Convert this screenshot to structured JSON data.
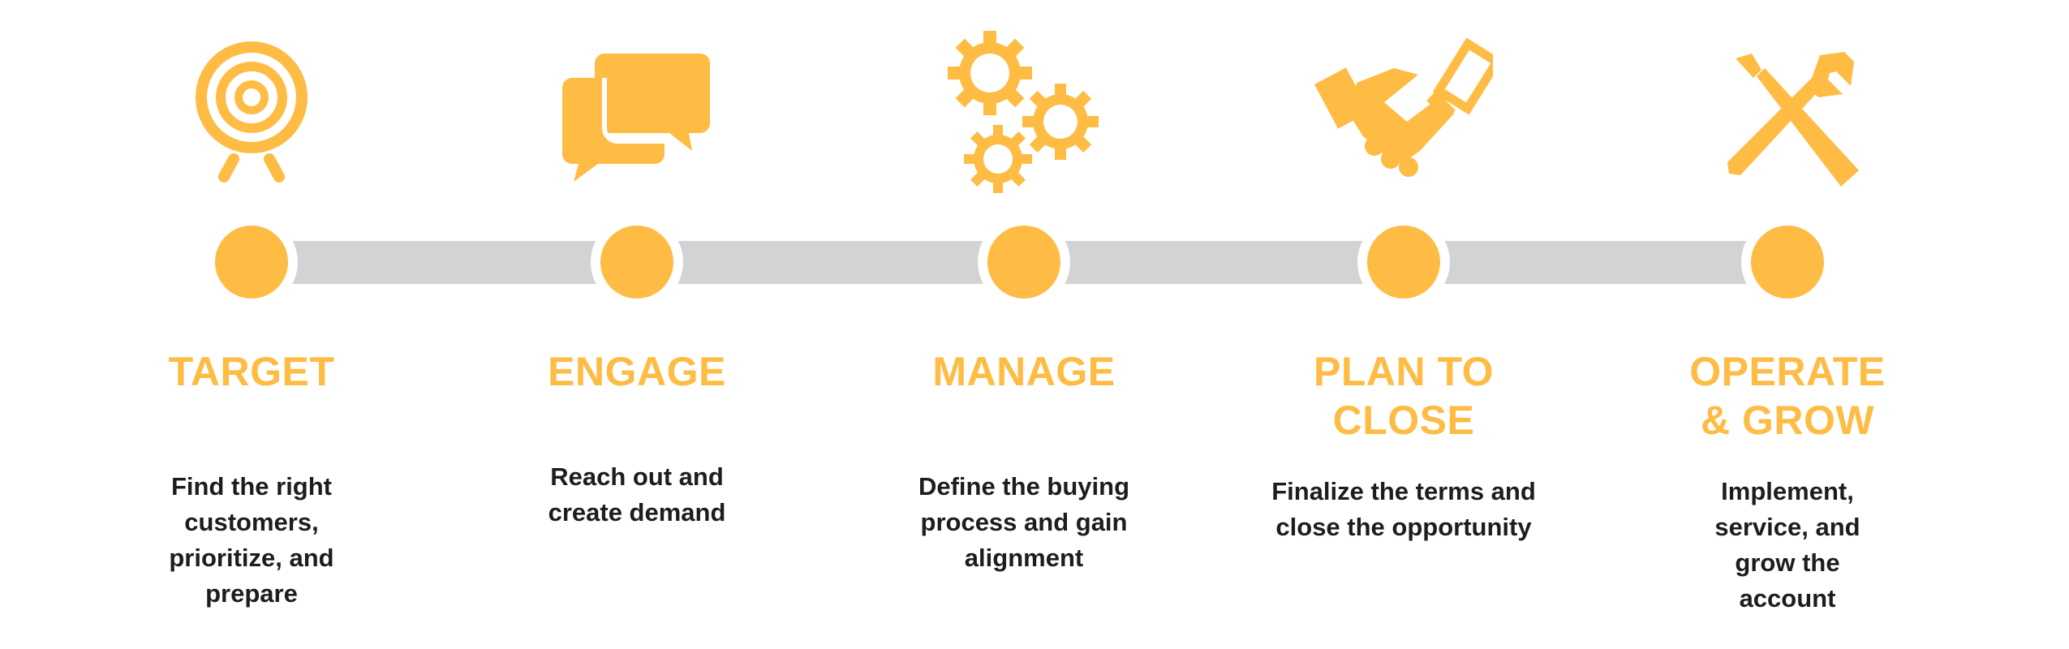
{
  "colors": {
    "accent": "#febc44",
    "track": "#d2d3d5",
    "text": "#1d1d1f"
  },
  "stages": [
    {
      "icon": "target-icon",
      "title_lines": [
        "TARGET"
      ],
      "desc_lines": [
        "Find the right",
        "customers,",
        "prioritize, and",
        "prepare"
      ]
    },
    {
      "icon": "chat-bubbles-icon",
      "title_lines": [
        "ENGAGE"
      ],
      "desc_lines": [
        "Reach out and",
        "create demand"
      ]
    },
    {
      "icon": "gears-icon",
      "title_lines": [
        "MANAGE"
      ],
      "desc_lines": [
        "Define the buying",
        "process and gain",
        "alignment"
      ]
    },
    {
      "icon": "handshake-icon",
      "title_lines": [
        "PLAN TO",
        "CLOSE"
      ],
      "desc_lines": [
        "Finalize the terms and",
        "close the opportunity"
      ]
    },
    {
      "icon": "wrench-screwdriver-icon",
      "title_lines": [
        "OPERATE",
        "& GROW"
      ],
      "desc_lines": [
        "Implement,",
        "service, and",
        "grow the",
        "account"
      ]
    }
  ]
}
